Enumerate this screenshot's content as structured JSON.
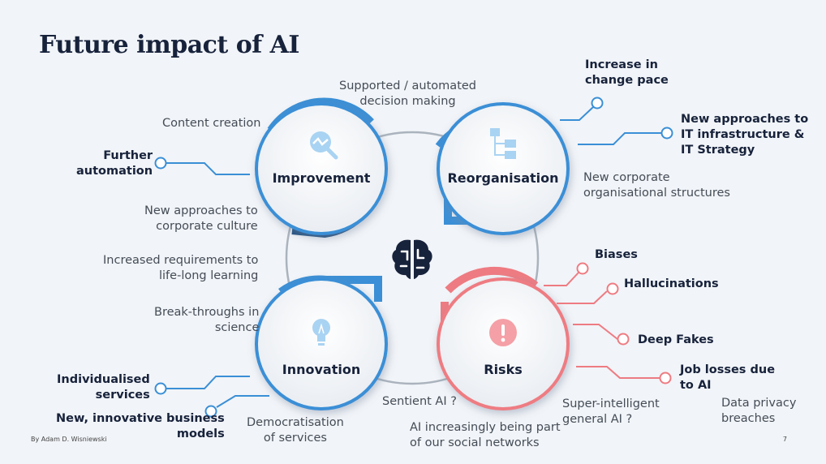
{
  "title": "Future impact of AI",
  "circles": {
    "improvement": "Improvement",
    "reorganisation": "Reorganisation",
    "innovation": "Innovation",
    "risks": "Risks"
  },
  "labels": {
    "supported_decision": "Supported / automated\ndecision making",
    "content_creation": "Content creation",
    "further_automation": "Further\nautomation",
    "corporate_culture": "New approaches to\ncorporate culture",
    "lifelong_learning": "Increased requirements to\nlife-long learning",
    "breakthroughs": "Break-throughs in\nscience",
    "individualised": "Individualised\nservices",
    "business_models": "New, innovative business\nmodels",
    "democratisation": "Democratisation\nof services",
    "sentient": "Sentient AI ?",
    "social_networks": "AI increasingly being part\nof our social networks",
    "superintelligent": "Super-intelligent\ngeneral AI ?",
    "data_privacy": "Data privacy\nbreaches",
    "job_losses": "Job losses due\nto AI",
    "deep_fakes": "Deep Fakes",
    "hallucinations": "Hallucinations",
    "biases": "Biases",
    "new_structures": "New corporate\norganisational structures",
    "it_infrastructure": "New approaches to\nIT infrastructure &\nIT Strategy",
    "change_pace": "Increase in\nchange pace"
  },
  "colors": {
    "blue": "#3a8fd6",
    "red": "#ee7b82",
    "gray": "#aab3bd",
    "dark": "#17223b"
  },
  "icons": {
    "improvement": "chart-magnifier-icon",
    "reorganisation": "org-chart-icon",
    "innovation": "lightbulb-icon",
    "risks": "alert-icon",
    "center": "brain-icon"
  },
  "footer": {
    "author": "By Adam D. Wisniewski",
    "page": "7"
  }
}
